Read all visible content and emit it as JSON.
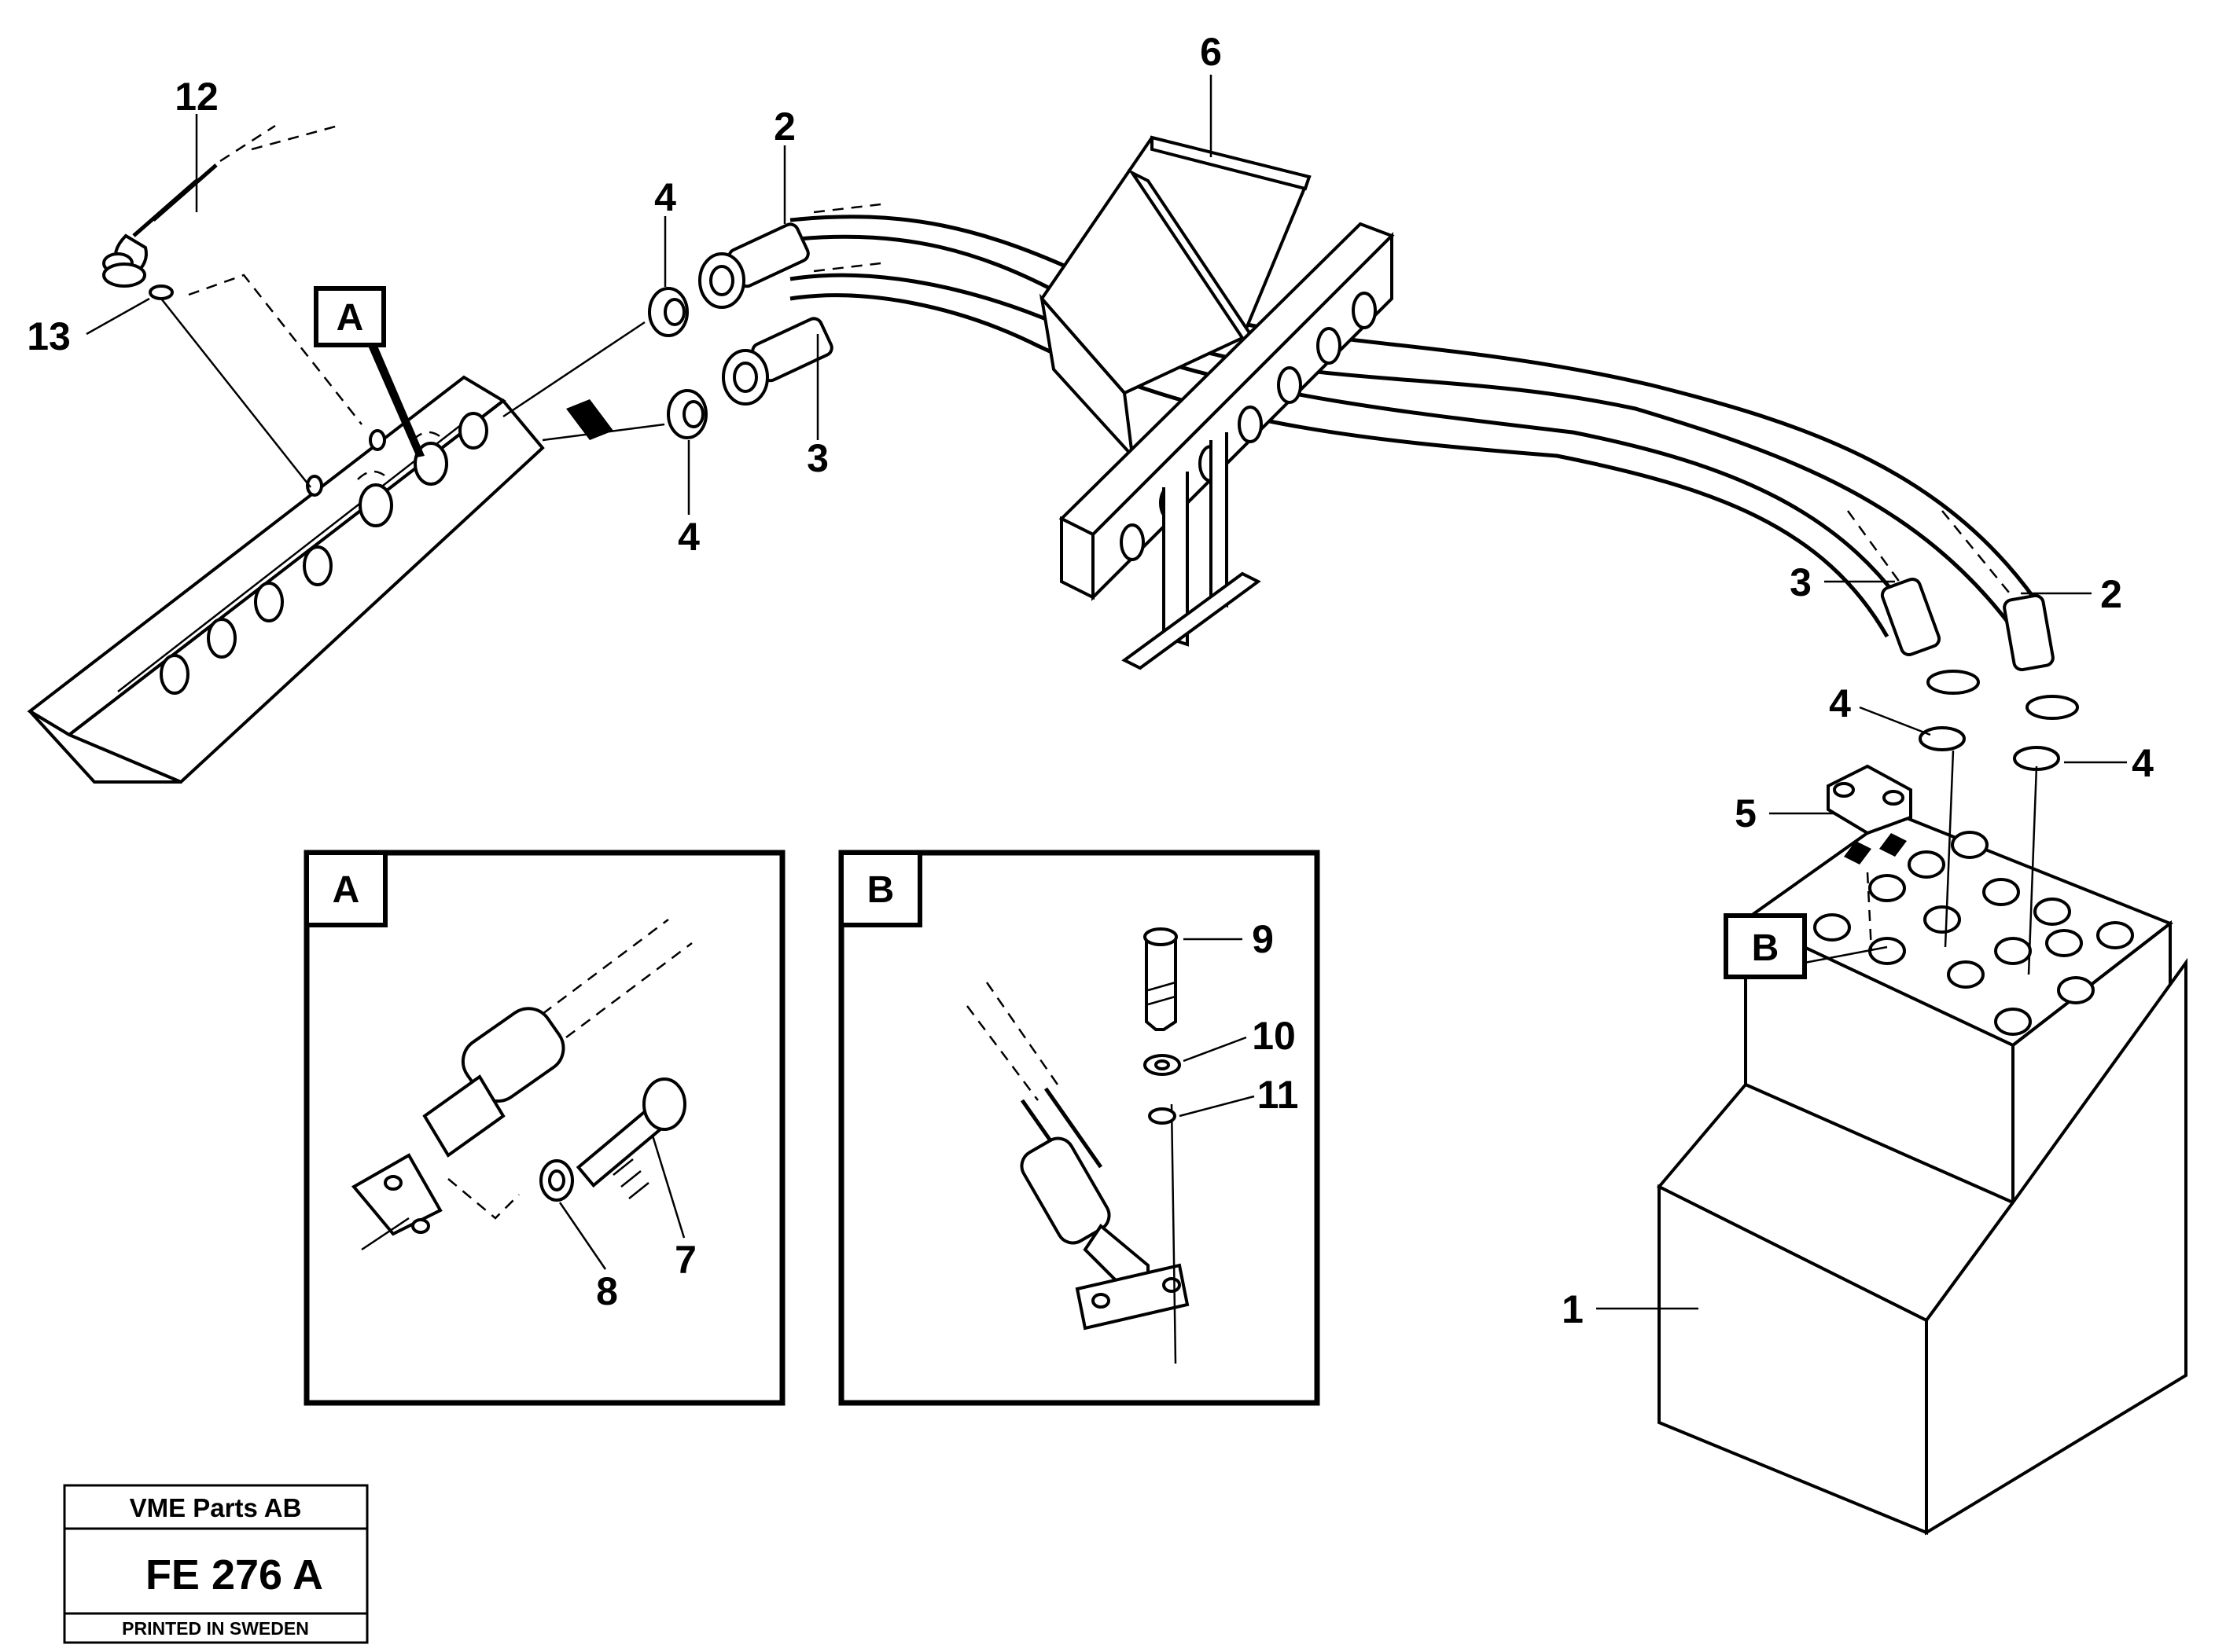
{
  "callouts": {
    "c12": "12",
    "c13": "13",
    "c2_top": "2",
    "c4_top": "4",
    "c3_top": "3",
    "c4_mid": "4",
    "c6": "6",
    "c3_right": "3",
    "c2_right": "2",
    "c4_right_a": "4",
    "c4_right_b": "4",
    "c5": "5",
    "c1": "1",
    "c9": "9",
    "c10": "10",
    "c11": "11",
    "c7": "7",
    "c8": "8"
  },
  "detail_refs": {
    "A_main": "A",
    "B_main": "B",
    "A_inset": "A",
    "B_inset": "B"
  },
  "title_block": {
    "company": "VME Parts AB",
    "code": "FE 276 A",
    "printed": "PRINTED IN SWEDEN"
  }
}
